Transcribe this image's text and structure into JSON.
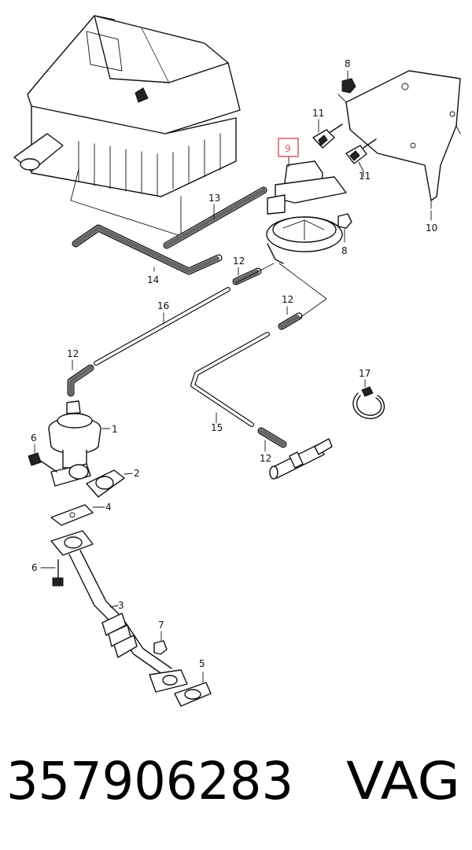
{
  "callouts": {
    "p1": "1",
    "p2": "2",
    "p3": "3",
    "p4": "4",
    "p5": "5",
    "p6a": "6",
    "p6b": "6",
    "p7": "7",
    "p8a": "8",
    "p8b": "8",
    "p9": "9",
    "p10": "10",
    "p11a": "11",
    "p11b": "11",
    "p12a": "12",
    "p12b": "12",
    "p12c": "12",
    "p12d": "12",
    "p13": "13",
    "p14": "14",
    "p15": "15",
    "p16": "16",
    "p17": "17"
  },
  "highlight_color": "#e05a6a",
  "caption": {
    "part_number": "357906283",
    "brand": "VAG"
  }
}
